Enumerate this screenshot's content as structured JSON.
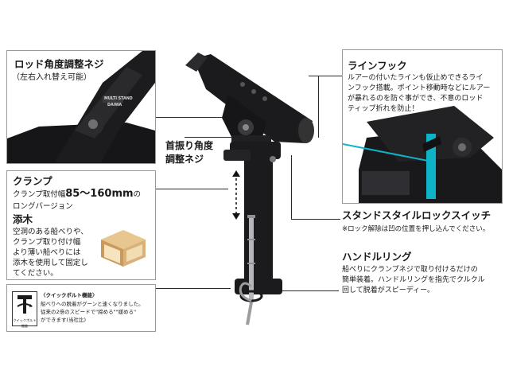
{
  "rod_angle": {
    "title": "ロッド角度調整ネジ",
    "subtitle": "（左右入れ替え可能）",
    "emboss": "MULTI STAND",
    "emboss2": "DAIWA"
  },
  "line_hook": {
    "title": "ラインフック",
    "desc": [
      "ルアーの付いたラインも仮止めできるライ",
      "ンフック搭載。ポイント移動時などにルアー",
      "が暴れるのを防ぐ事ができ、不意のロッド",
      "ティップ折れを防止！"
    ]
  },
  "swing_angle": {
    "title_lines": [
      "首振り角度",
      "調整ネジ"
    ]
  },
  "clamp": {
    "title": "クランプ",
    "desc_prefix": "クランプ取付幅",
    "desc_range": "85〜160mm",
    "desc_suffix": "の",
    "desc2": "ロングバージョン"
  },
  "spacer": {
    "title": "添木",
    "desc": [
      "空洞のある船べりや、",
      "クランプ取り付け幅",
      "より薄い船べりには",
      "添木を使用して固定し",
      "てください。"
    ]
  },
  "quick_bolt": {
    "title": "〈クイックボルト機能〉",
    "desc": [
      "船べりへの脱着がグーンと速くなりました。",
      "従来の2倍のスピードで\"締める\"\"緩める\"",
      "ができます(当社比)"
    ],
    "icon_label": "クイックボルト機能"
  },
  "lock_switch": {
    "title": "スタンドスタイルロックスイッチ",
    "desc": "※ロック解除は凹の位置を押し込んでください。"
  },
  "handle_ring": {
    "title": "ハンドルリング",
    "desc": [
      "船べりにクランプネジで取り付けるだけの",
      "簡単装着。ハンドルリングを指先でクルクル",
      "回して脱着がスピーディー。"
    ]
  },
  "colors": {
    "product": "#1b1b1d",
    "accent_cyan": "#0fb3c8",
    "wood": "#d8b27a",
    "border": "#9a9a9a"
  }
}
